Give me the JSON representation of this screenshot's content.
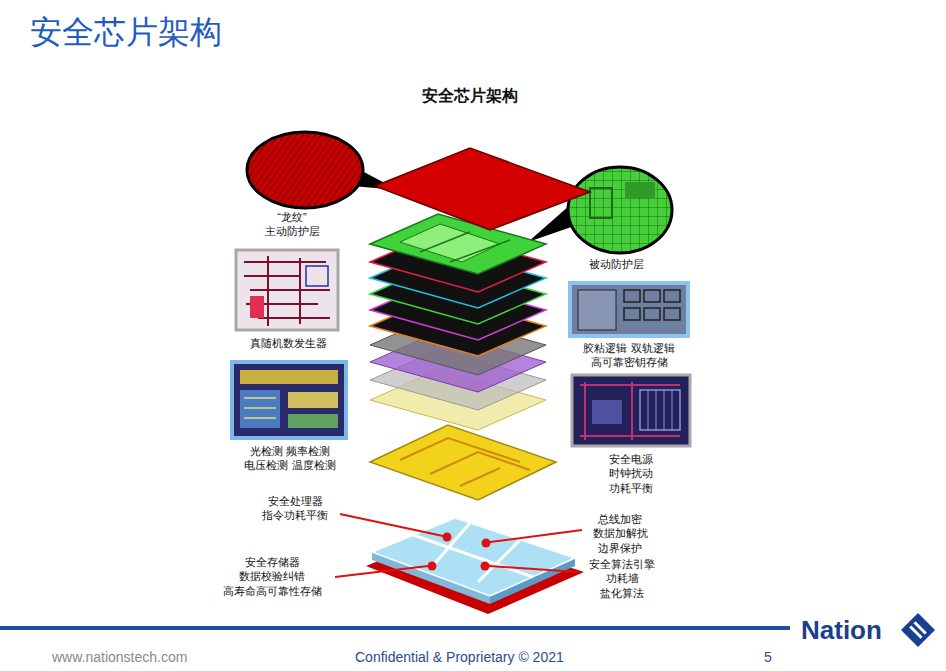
{
  "diagram": {
    "title": "安全芯片架构",
    "labels": [
      "安全芯片架构",
      "“龙纹” 主动防护层",
      "被动防护层",
      "真随机数发生器",
      "胶粘逻辑 双轨逻辑 高可靠密钥存储",
      "光检测 频率检测 电压检测 温度检测",
      "安全电源 时钟扰动 功耗平衡",
      "安全处理器 指令功耗平衡",
      "总线加密 数据加解扰 边界保护",
      "安全存储器 数据校验纠错 高寿命高可靠性存储",
      "安全算法引擎 功耗墙 盐化算法",
      "Nation",
      "www.nationstech.com",
      "Confidential & Proprietary © 2021",
      "5"
    ]
  }
}
